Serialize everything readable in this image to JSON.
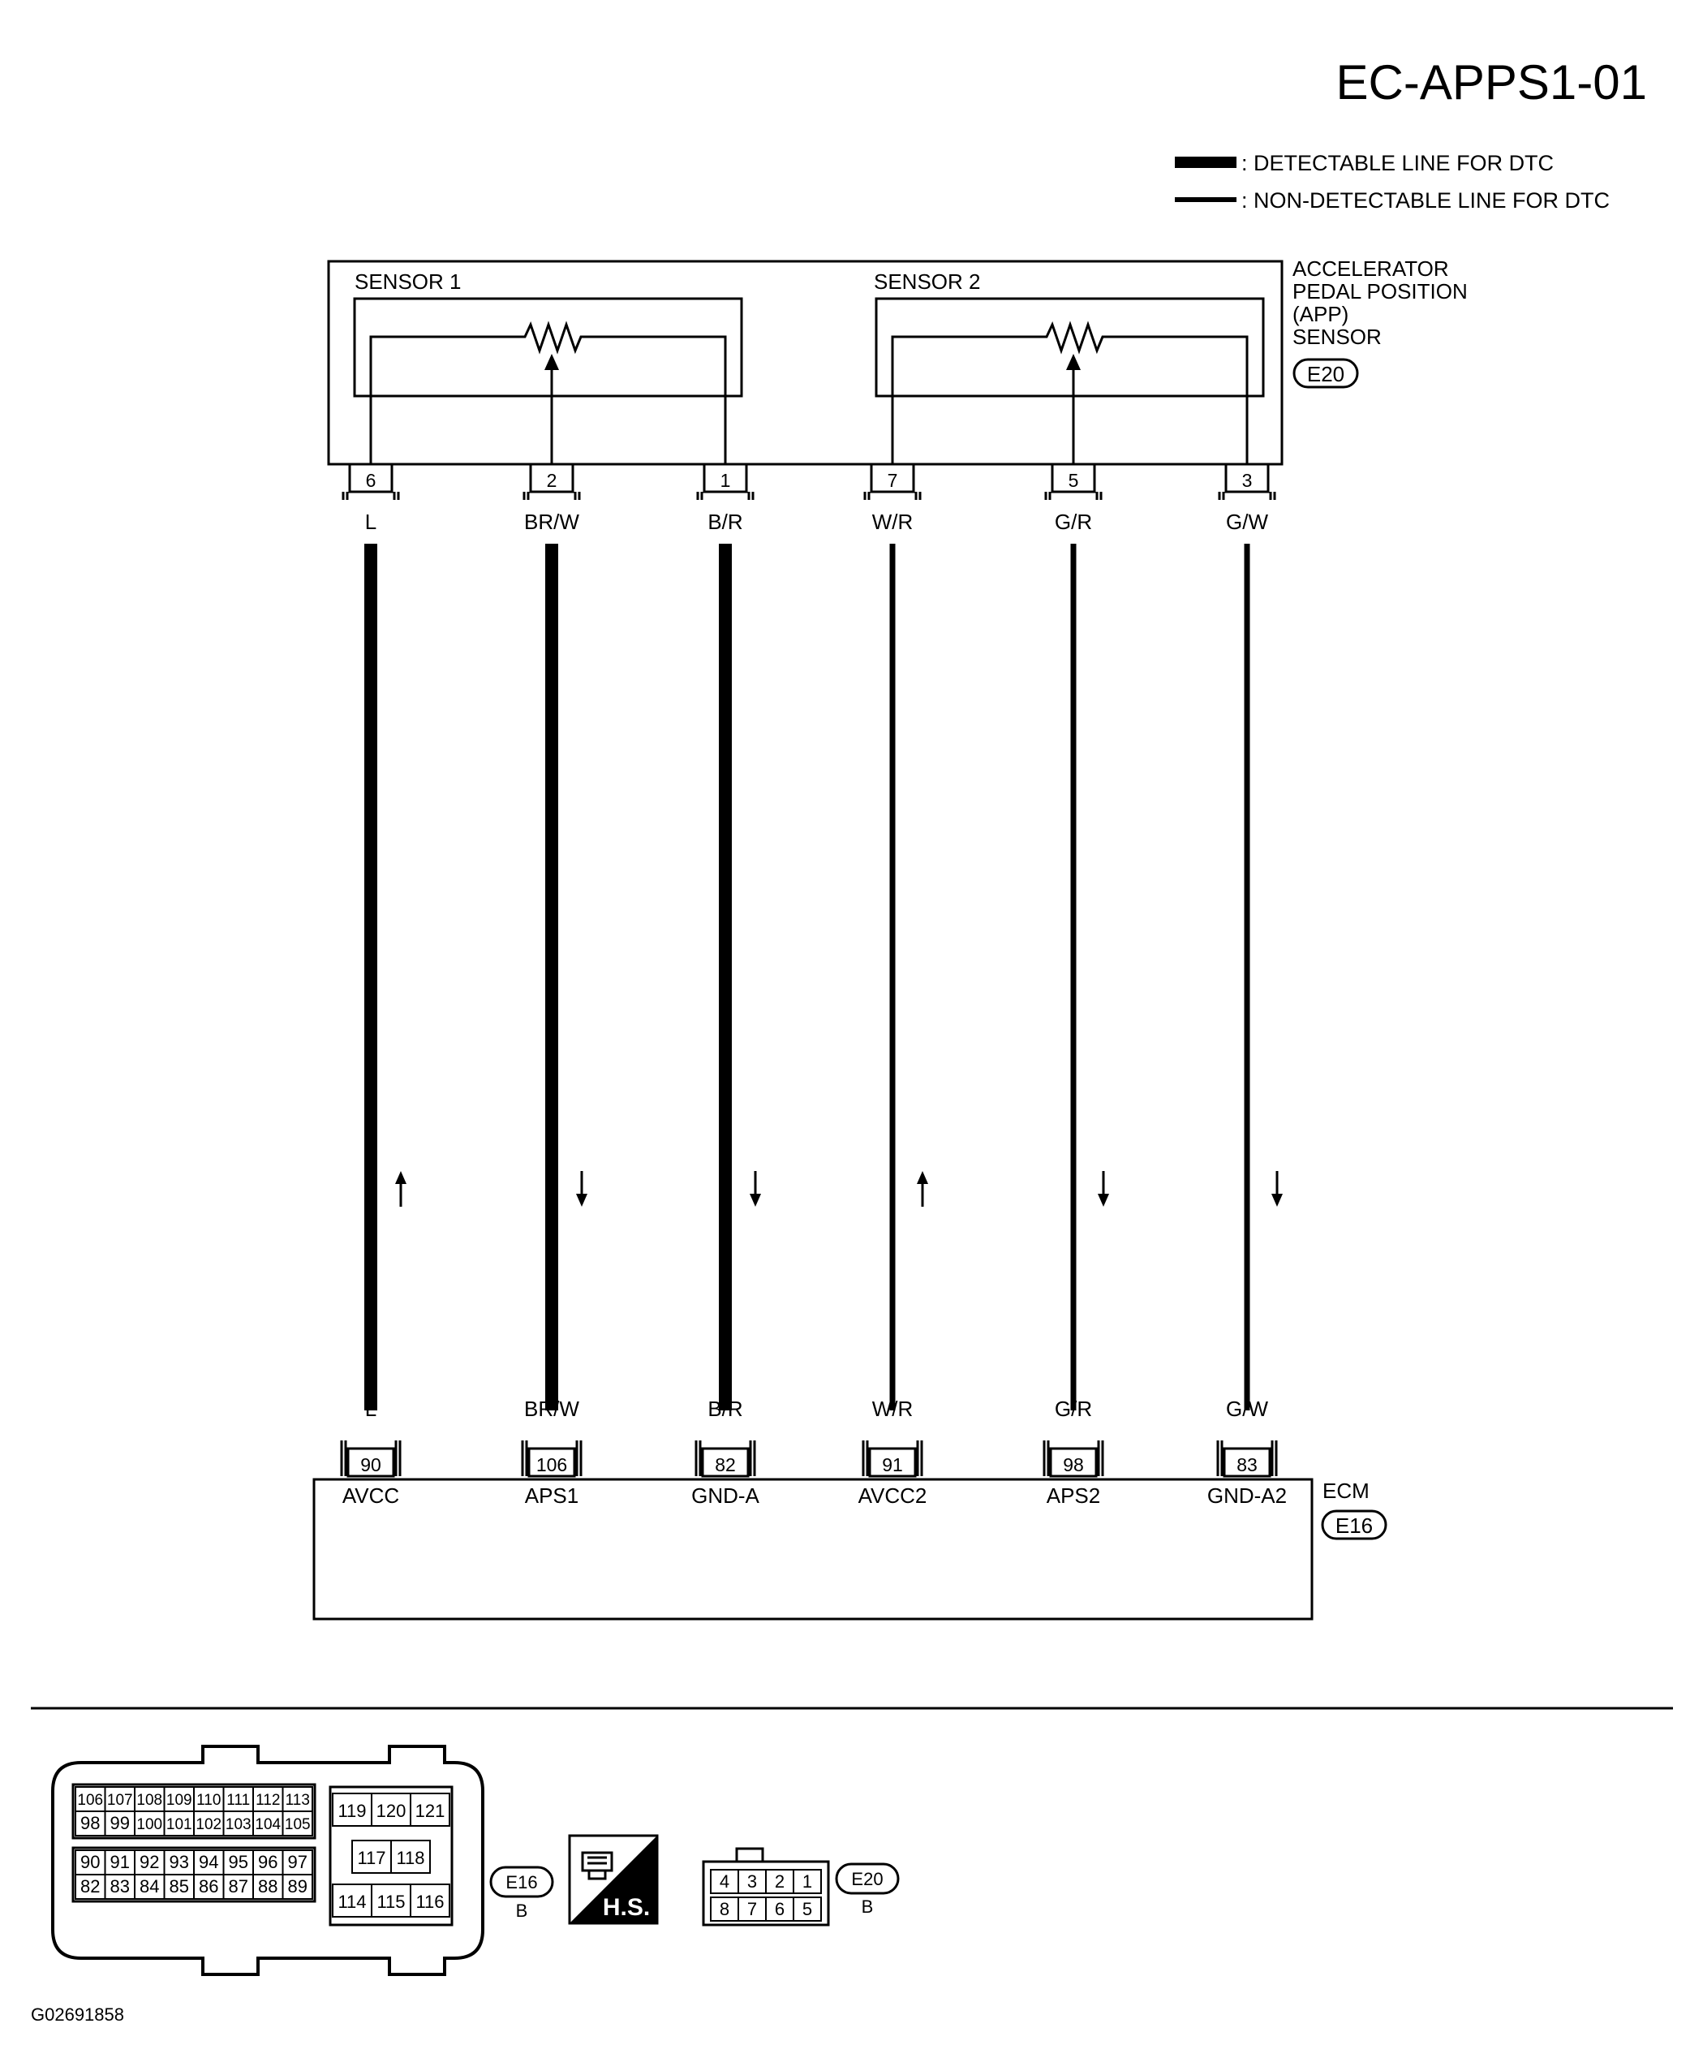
{
  "title": "EC-APPS1-01",
  "legend": {
    "detectable": ": DETECTABLE LINE FOR DTC",
    "non_detectable": ": NON-DETECTABLE LINE FOR DTC"
  },
  "sensor": {
    "name_lines": [
      "ACCELERATOR",
      "PEDAL POSITION",
      "(APP)",
      "SENSOR"
    ],
    "connector": "E20",
    "sensor1_label": "SENSOR 1",
    "sensor2_label": "SENSOR 2"
  },
  "ecm": {
    "name": "ECM",
    "connector": "E16"
  },
  "wires": [
    {
      "sensor_pin": "6",
      "color": "L",
      "ecm_pin": "90",
      "terminal": "AVCC",
      "detectable": true,
      "direction": "up"
    },
    {
      "sensor_pin": "2",
      "color": "BR/W",
      "ecm_pin": "106",
      "terminal": "APS1",
      "detectable": true,
      "direction": "down"
    },
    {
      "sensor_pin": "1",
      "color": "B/R",
      "ecm_pin": "82",
      "terminal": "GND-A",
      "detectable": true,
      "direction": "down"
    },
    {
      "sensor_pin": "7",
      "color": "W/R",
      "ecm_pin": "91",
      "terminal": "AVCC2",
      "detectable": false,
      "direction": "up"
    },
    {
      "sensor_pin": "5",
      "color": "G/R",
      "ecm_pin": "98",
      "terminal": "APS2",
      "detectable": false,
      "direction": "down"
    },
    {
      "sensor_pin": "3",
      "color": "G/W",
      "ecm_pin": "83",
      "terminal": "GND-A2",
      "detectable": false,
      "direction": "down"
    }
  ],
  "ecm_connector_face": {
    "id": "E16",
    "color_code": "B",
    "rows_left": [
      [
        "106",
        "107",
        "108",
        "109",
        "110",
        "111",
        "112",
        "113"
      ],
      [
        "98",
        "99",
        "100",
        "101",
        "102",
        "103",
        "104",
        "105"
      ],
      [
        "90",
        "91",
        "92",
        "93",
        "94",
        "95",
        "96",
        "97"
      ],
      [
        "82",
        "83",
        "84",
        "85",
        "86",
        "87",
        "88",
        "89"
      ]
    ],
    "rows_right": [
      [
        "119",
        "120",
        "121"
      ],
      [
        "117",
        "118"
      ],
      [
        "114",
        "115",
        "116"
      ]
    ]
  },
  "hs_badge": "H.S.",
  "sensor_connector_face": {
    "id": "E20",
    "color_code": "B",
    "rows": [
      [
        "4",
        "3",
        "2",
        "1"
      ],
      [
        "8",
        "7",
        "6",
        "5"
      ]
    ]
  },
  "figure_code": "G02691858",
  "colors": {
    "ink": "#000000",
    "paper": "#ffffff"
  }
}
